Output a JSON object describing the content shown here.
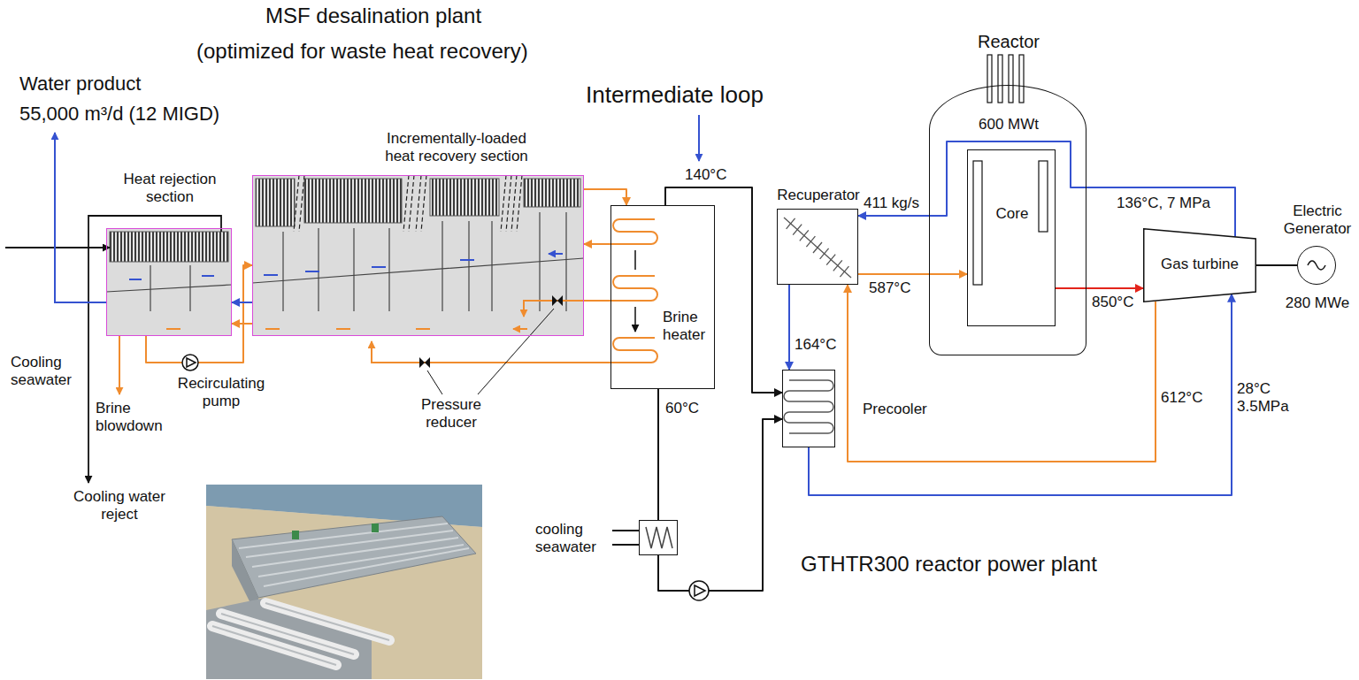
{
  "diagram": {
    "nodes": [
      {
        "text": [
          "Heat rejection section"
        ]
      },
      {
        "text": [
          "Incrementally-loaded heat recovery section"
        ]
      },
      {
        "text": [
          "Brine heater"
        ]
      },
      {
        "text": [
          "cooling seawater"
        ]
      },
      {
        "text": [
          "Recuperator"
        ]
      },
      {
        "text": [
          "Precooler"
        ]
      },
      {
        "text": [
          "Reactor",
          "600 MWt"
        ]
      },
      {
        "text": [
          "Core"
        ],
        "in": 6
      },
      {
        "text": [
          "Gas turbine"
        ]
      },
      {
        "text": [
          "Electric Generator",
          "280 MWe"
        ]
      }
    ],
    "edges": [
      {
        "from": 0,
        "to": 1,
        "arrow": "to"
      },
      {
        "from": 1,
        "to": 0,
        "arrow": "to"
      },
      {
        "from": 1,
        "to": 0,
        "arrow": "to"
      },
      {
        "from": 1,
        "to": 2,
        "arrow": "to"
      },
      {
        "from": 2,
        "to": 1,
        "arrow": "to"
      },
      {
        "from": 2,
        "to": 5,
        "label": "140°C",
        "arrow": "to"
      },
      {
        "from": 2,
        "to": 3,
        "label": "60°C",
        "arrow": "none"
      },
      {
        "from": 3,
        "to": 5,
        "arrow": "to"
      },
      {
        "from": 8,
        "to": 4,
        "label": "136°C, 7 MPa",
        "arrow": "to"
      },
      {
        "from": 4,
        "to": 7,
        "label": "587°C",
        "arrow": "to"
      },
      {
        "from": 7,
        "to": 8,
        "label": "850°C",
        "arrow": "to"
      },
      {
        "from": 8,
        "to": 4,
        "label": "612°C",
        "arrow": "to"
      },
      {
        "from": 4,
        "to": 5,
        "label": "164°C",
        "arrow": "to"
      },
      {
        "from": 5,
        "to": 8,
        "label": "28°C 3.5MPa",
        "arrow": "to"
      },
      {
        "from": 8,
        "to": 9,
        "arrow": "none"
      }
    ],
    "labels": [
      "MSF desalination plant",
      "(optimized for waste heat recovery)",
      "Water product",
      "55,000 m³/d (12 MIGD)",
      "Intermediate loop",
      "Cooling seawater",
      "Brine blowdown",
      "Recirculating pump",
      "Pressure reducer",
      "Cooling water reject",
      "411 kg/s",
      "GTHTR300 reactor power plant"
    ]
  }
}
